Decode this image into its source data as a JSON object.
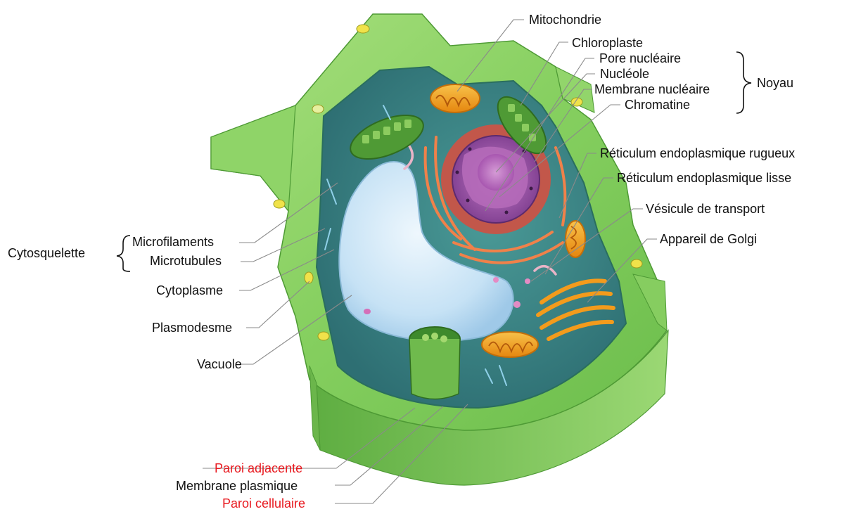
{
  "colors": {
    "cell_wall": "#7fcc5a",
    "cell_wall_light": "#a7e07e",
    "cytoplasm": "#3f8f8e",
    "vacuole": "#cde6f7",
    "nucleus": "#9a54a8",
    "rough_er": "#e0573f",
    "golgi": "#f39b1c",
    "chloroplast": "#5aa23b",
    "mitochondria": "#f2a21b",
    "leader_line": "#8a8a8a",
    "label_text": "#111111",
    "highlight_text": "#e8191f"
  },
  "labels": {
    "mitochondrie": "Mitochondrie",
    "chloroplaste": "Chloroplaste",
    "pore_nucleaire": "Pore nucléaire",
    "nucleole": "Nucléole",
    "membrane_nucleaire": "Membrane nucléaire",
    "chromatine": "Chromatine",
    "noyau": "Noyau",
    "reticulum_rugueux": "Réticulum endoplasmique rugueux",
    "reticulum_lisse": "Réticulum endoplasmique lisse",
    "vesicule_transport": "Vésicule de transport",
    "appareil_golgi": "Appareil de Golgi",
    "cytosquelette": "Cytosquelette",
    "microfilaments": "Microfilaments",
    "microtubules": "Microtubules",
    "cytoplasme": "Cytoplasme",
    "plasmodesme": "Plasmodesme",
    "vacuole": "Vacuole",
    "paroi_adjacente": "Paroi adjacente",
    "membrane_plasmique": "Membrane plasmique",
    "paroi_cellulaire": "Paroi cellulaire"
  }
}
